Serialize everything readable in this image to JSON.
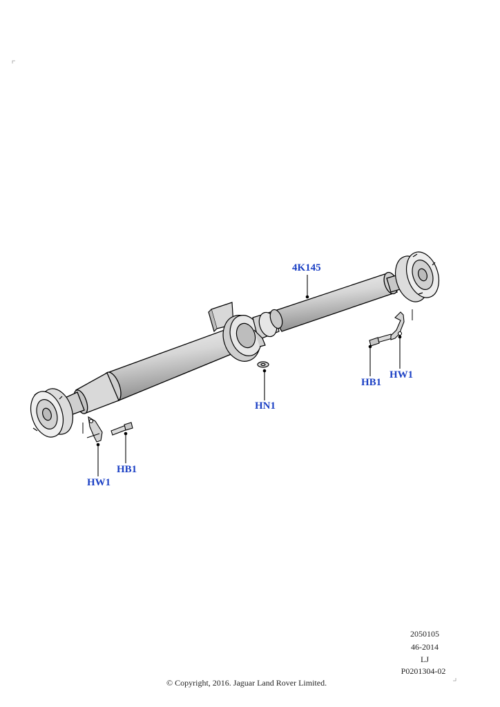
{
  "callouts": {
    "shaft": "4K145",
    "nut": "HN1",
    "bolt_right": "HB1",
    "washer_right": "HW1",
    "bolt_left": "HB1",
    "washer_left": "HW1"
  },
  "drawing_info": {
    "line1": "2050105",
    "line2": "46-2014",
    "line3": "LJ",
    "line4": "P0201304-02"
  },
  "copyright": "© Copyright, 2016. Jaguar Land Rover Limited.",
  "colors": {
    "callout_text": "#1a3fc4",
    "line_art": "#000000"
  }
}
